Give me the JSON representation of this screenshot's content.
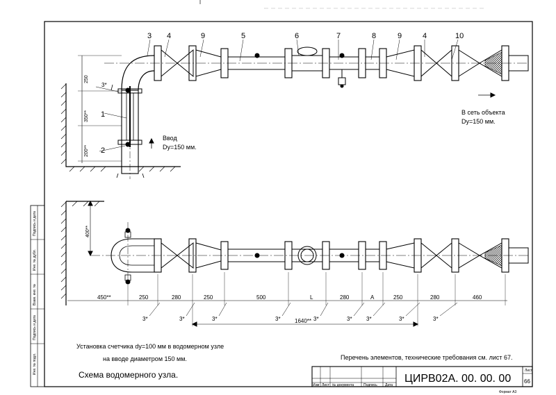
{
  "part_numbers": [
    "3",
    "4",
    "9",
    "5",
    "6",
    "7",
    "8",
    "9",
    "4",
    "10",
    "1",
    "2",
    "3*"
  ],
  "upper": {
    "inlet_label": "Ввод",
    "inlet_diameter": "Dy=150 мм.",
    "outlet_label": "В сеть объекта",
    "outlet_diameter": "Dy=150 мм.",
    "dims_vertical": [
      "250",
      "350**",
      "200**"
    ]
  },
  "lower": {
    "dim_vertical": "400**",
    "dims": [
      "450**",
      "250",
      "280",
      "250",
      "500",
      "L",
      "280",
      "A",
      "250",
      "280",
      "460"
    ],
    "weld_mark": "3*",
    "overall_dim": "1640**"
  },
  "notes": {
    "meter_note_line1": "Установка счетчика dy=100 мм в водомерном узле",
    "meter_note_line2": "на вводе диаметром 150 мм.",
    "diagram_title": "Схема водомерного узла.",
    "elements_note": "Перечень элементов, технические требования см. лист 67."
  },
  "title_block": {
    "code": "ЦИРВ02А. 00. 00. 00",
    "sheet_label": "Лист",
    "sheet_number": "66",
    "format": "Формат А3",
    "columns": [
      "Изм",
      "Лист",
      "№ документа",
      "Подпись",
      "Дата"
    ]
  },
  "side_stamp": [
    "Инв. № подл.",
    "Подпись и дата",
    "Взам. инв. №",
    "Инв. № дубл.",
    "Подпись и дата"
  ]
}
